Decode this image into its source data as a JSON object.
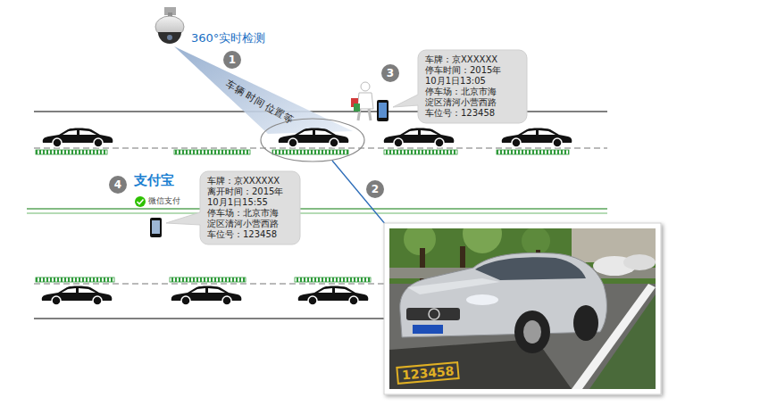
{
  "diagram": {
    "nodes": [
      {
        "text": [
          "车牌：京XXXXXX",
          "停车时间：2015年 10月1日13:05",
          "停车场：北京市海 淀区清河小营西路",
          "车位号：123458"
        ]
      },
      {
        "text": [
          "车牌：京XXXXXX",
          "离开时间：2015年 10月1日15:55",
          "停车场：北京市海 淀区清河小营西路",
          "车位号：123458"
        ]
      }
    ],
    "labels": [
      "360°实时检测",
      "车辆 时间 位置等",
      "1",
      "2",
      "3",
      "4",
      "支付宝",
      "微信支付",
      "123458"
    ]
  }
}
